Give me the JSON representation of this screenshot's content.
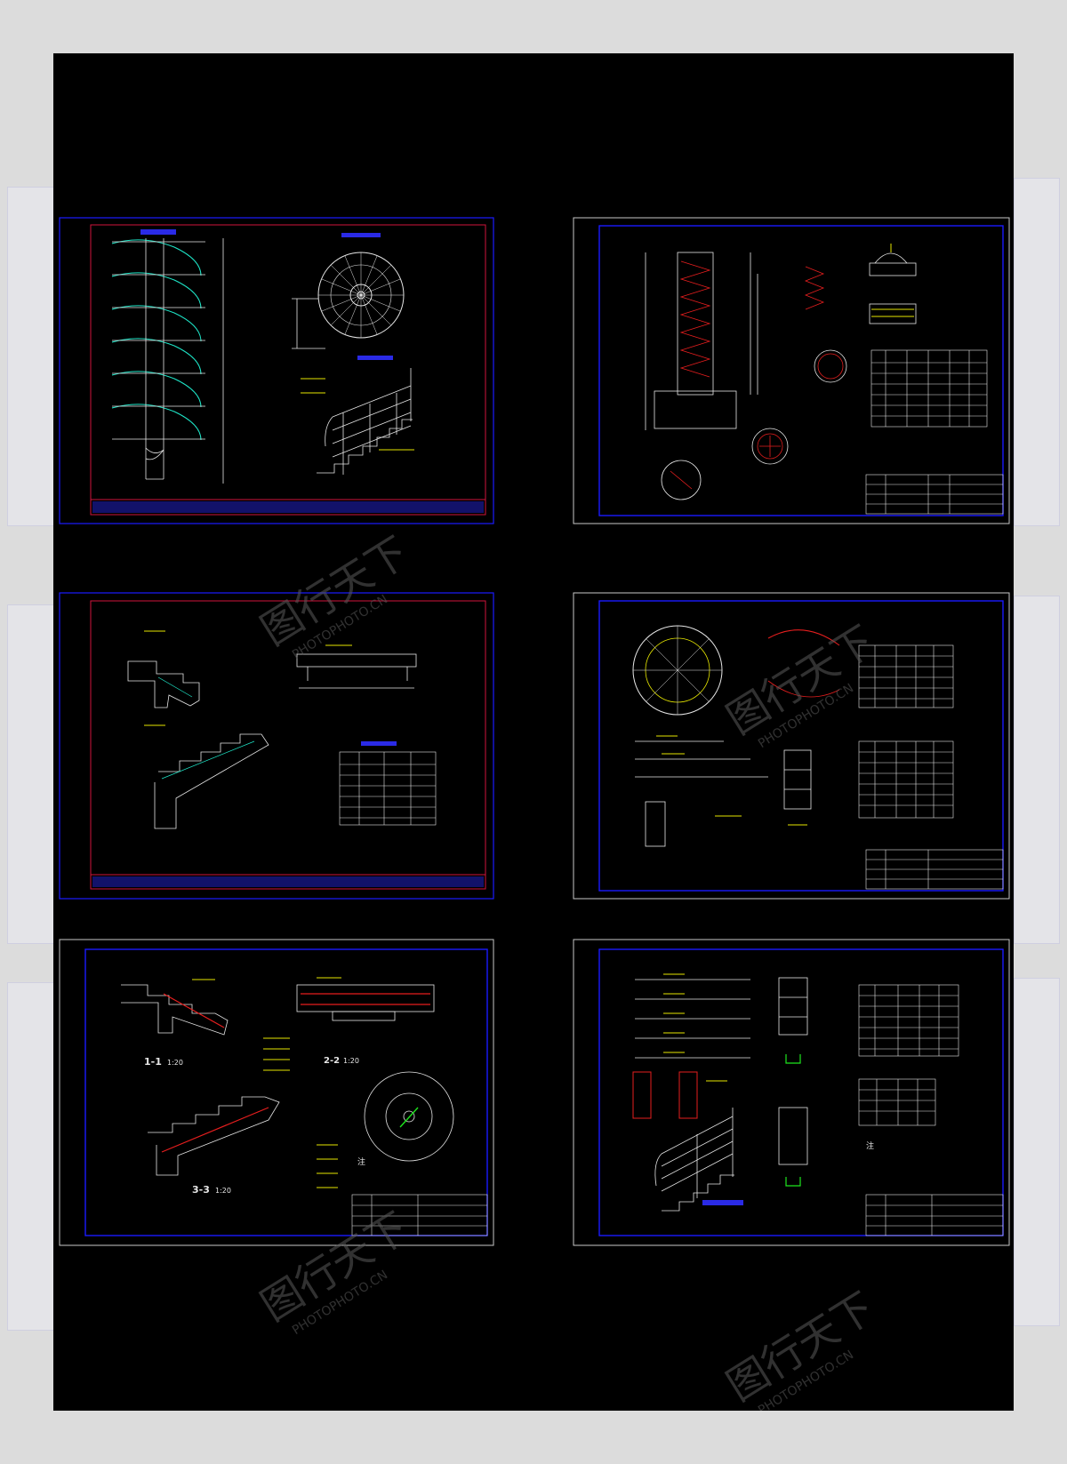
{
  "brand": {
    "logo_text": "图行天下",
    "logo_sub": "PHOTOPHOTO.CN"
  },
  "colors": {
    "background": "#000000",
    "frame_outer": "#c8c8c8",
    "frame_inner_blue": "#1a1aff",
    "frame_inner_red": "#d0143c",
    "line_white": "#e6e6e6",
    "line_yellow": "#e6e600",
    "line_cyan": "#00e6e6",
    "line_red": "#e61e1e",
    "line_green": "#1ee61e"
  },
  "sheets": {
    "s3": {
      "labels": {
        "sec11": "1-1",
        "sec22": "2-2",
        "sec33": "3-3",
        "scale": "1:20",
        "note": "注"
      }
    },
    "s6": {
      "labels": {
        "note": "注"
      }
    }
  }
}
